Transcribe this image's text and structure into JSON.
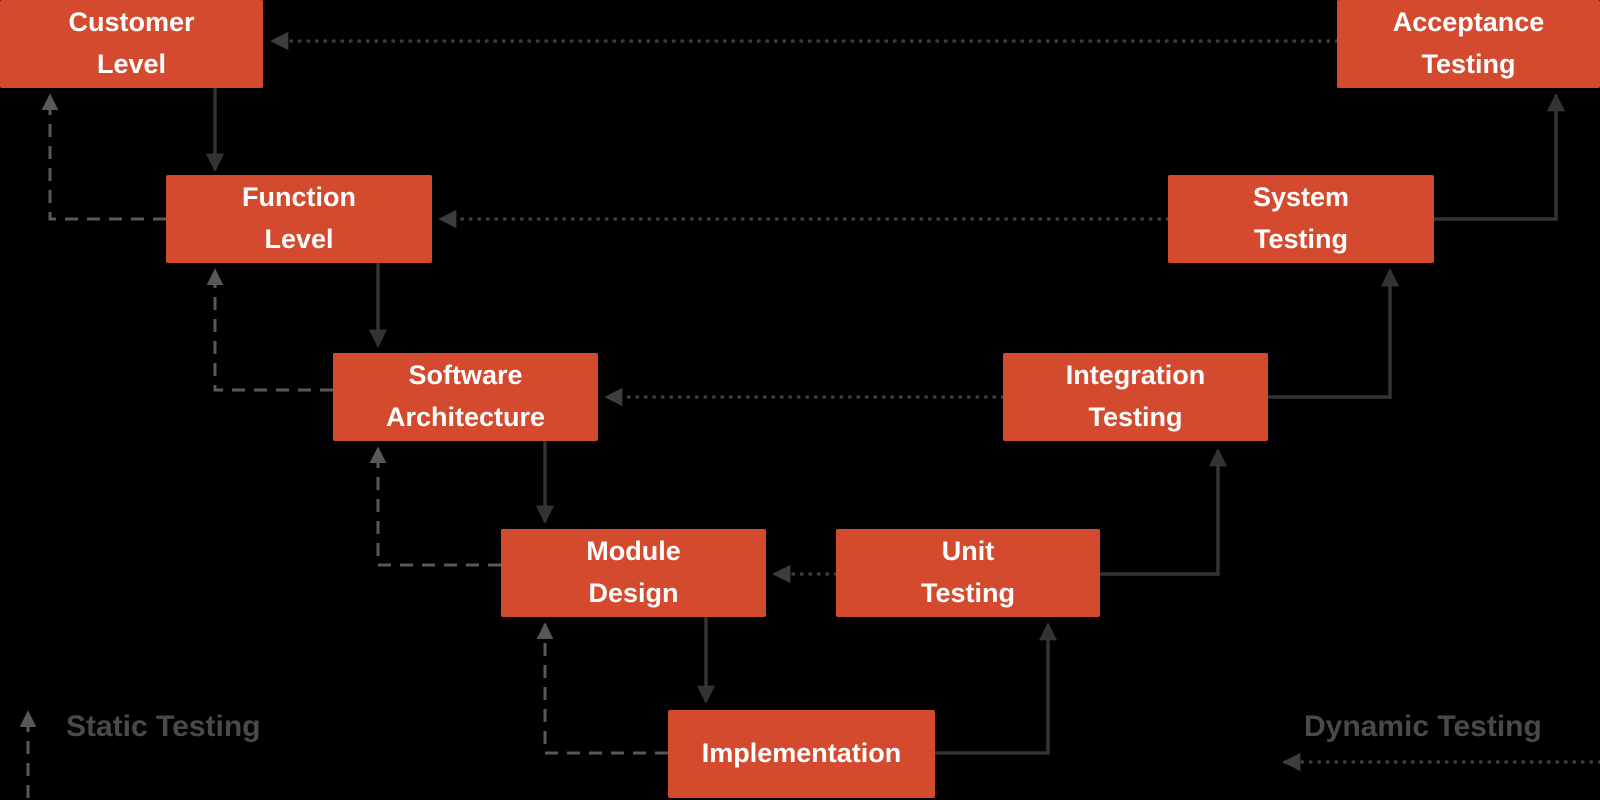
{
  "diagram": {
    "type": "v-model",
    "boxes": [
      {
        "id": "customer-level",
        "lines": [
          "Customer",
          "Level"
        ]
      },
      {
        "id": "function-level",
        "lines": [
          "Function",
          "Level"
        ]
      },
      {
        "id": "software-architecture",
        "lines": [
          "Software",
          "Architecture"
        ]
      },
      {
        "id": "module-design",
        "lines": [
          "Module",
          "Design"
        ]
      },
      {
        "id": "implementation",
        "lines": [
          "Implementation"
        ]
      },
      {
        "id": "unit-testing",
        "lines": [
          "Unit",
          "Testing"
        ]
      },
      {
        "id": "integration-testing",
        "lines": [
          "Integration",
          "Testing"
        ]
      },
      {
        "id": "system-testing",
        "lines": [
          "System",
          "Testing"
        ]
      },
      {
        "id": "acceptance-testing",
        "lines": [
          "Acceptance",
          "Testing"
        ]
      }
    ],
    "edges": [
      {
        "from": "customer-level",
        "to": "function-level",
        "style": "solid"
      },
      {
        "from": "function-level",
        "to": "software-architecture",
        "style": "solid"
      },
      {
        "from": "software-architecture",
        "to": "module-design",
        "style": "solid"
      },
      {
        "from": "module-design",
        "to": "implementation",
        "style": "solid"
      },
      {
        "from": "implementation",
        "to": "unit-testing",
        "style": "solid"
      },
      {
        "from": "unit-testing",
        "to": "integration-testing",
        "style": "solid"
      },
      {
        "from": "integration-testing",
        "to": "system-testing",
        "style": "solid"
      },
      {
        "from": "system-testing",
        "to": "acceptance-testing",
        "style": "solid"
      },
      {
        "from": "acceptance-testing",
        "to": "customer-level",
        "style": "dotted"
      },
      {
        "from": "system-testing",
        "to": "function-level",
        "style": "dotted"
      },
      {
        "from": "integration-testing",
        "to": "software-architecture",
        "style": "dotted"
      },
      {
        "from": "unit-testing",
        "to": "module-design",
        "style": "dotted"
      },
      {
        "from": "function-level",
        "to": "customer-level",
        "style": "dashed"
      },
      {
        "from": "software-architecture",
        "to": "function-level",
        "style": "dashed"
      },
      {
        "from": "module-design",
        "to": "software-architecture",
        "style": "dashed"
      },
      {
        "from": "implementation",
        "to": "module-design",
        "style": "dashed"
      }
    ],
    "legend": {
      "static_label": "Static Testing",
      "dynamic_label": "Dynamic Testing"
    },
    "colors": {
      "box_fill": "#d44a2e",
      "box_text": "#ffffff",
      "background": "#000000",
      "solid_arrow": "#333333",
      "dashed_arrow": "#585858",
      "dotted_arrow": "#3d3d3d",
      "legend_text": "#4a4a4a"
    }
  }
}
